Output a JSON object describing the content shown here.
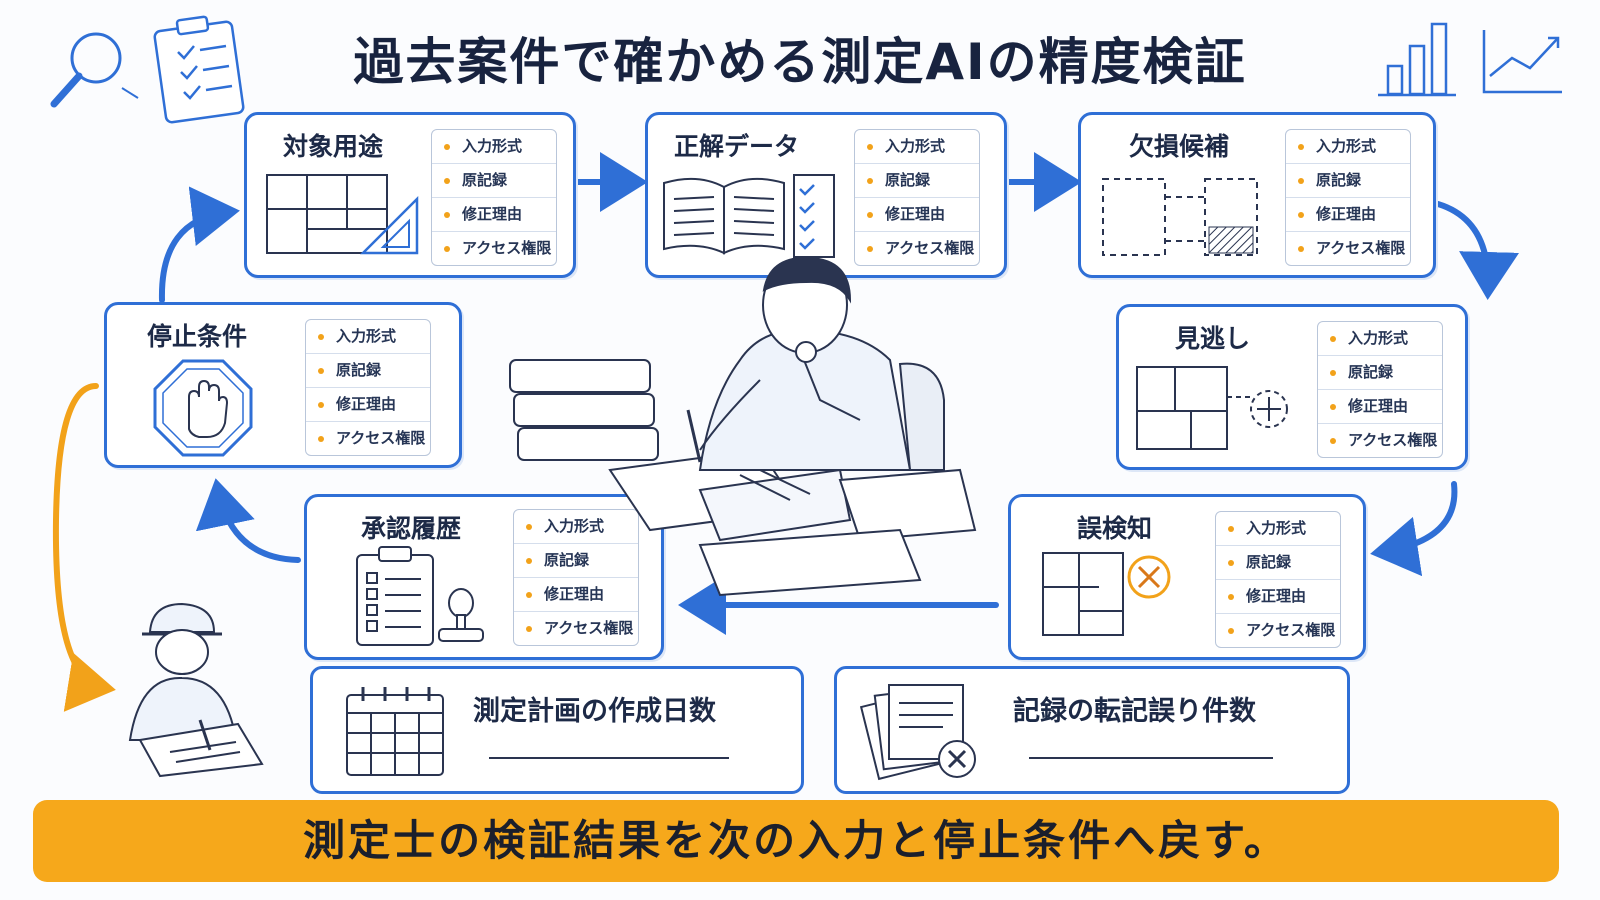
{
  "title": "過去案件で確かめる測定AIの精度検証",
  "checklist_items": [
    "入力形式",
    "原記録",
    "修正理由",
    "アクセス権限"
  ],
  "cards": [
    {
      "id": "target",
      "title": "対象用途"
    },
    {
      "id": "answer",
      "title": "正解データ"
    },
    {
      "id": "missing",
      "title": "欠損候補"
    },
    {
      "id": "overlook",
      "title": "見逃し"
    },
    {
      "id": "false-detect",
      "title": "誤検知"
    },
    {
      "id": "approval",
      "title": "承認履歴"
    },
    {
      "id": "stop",
      "title": "停止条件"
    }
  ],
  "metrics": [
    {
      "label": "測定計画の作成日数",
      "value": ""
    },
    {
      "label": "記録の転記誤り件数",
      "value": ""
    }
  ],
  "banner": "測定士の検証結果を次の入力と停止条件へ戻す。",
  "colors": {
    "accent": "#2f6fd6",
    "orange": "#f6a81b",
    "ink": "#1d2a47"
  }
}
